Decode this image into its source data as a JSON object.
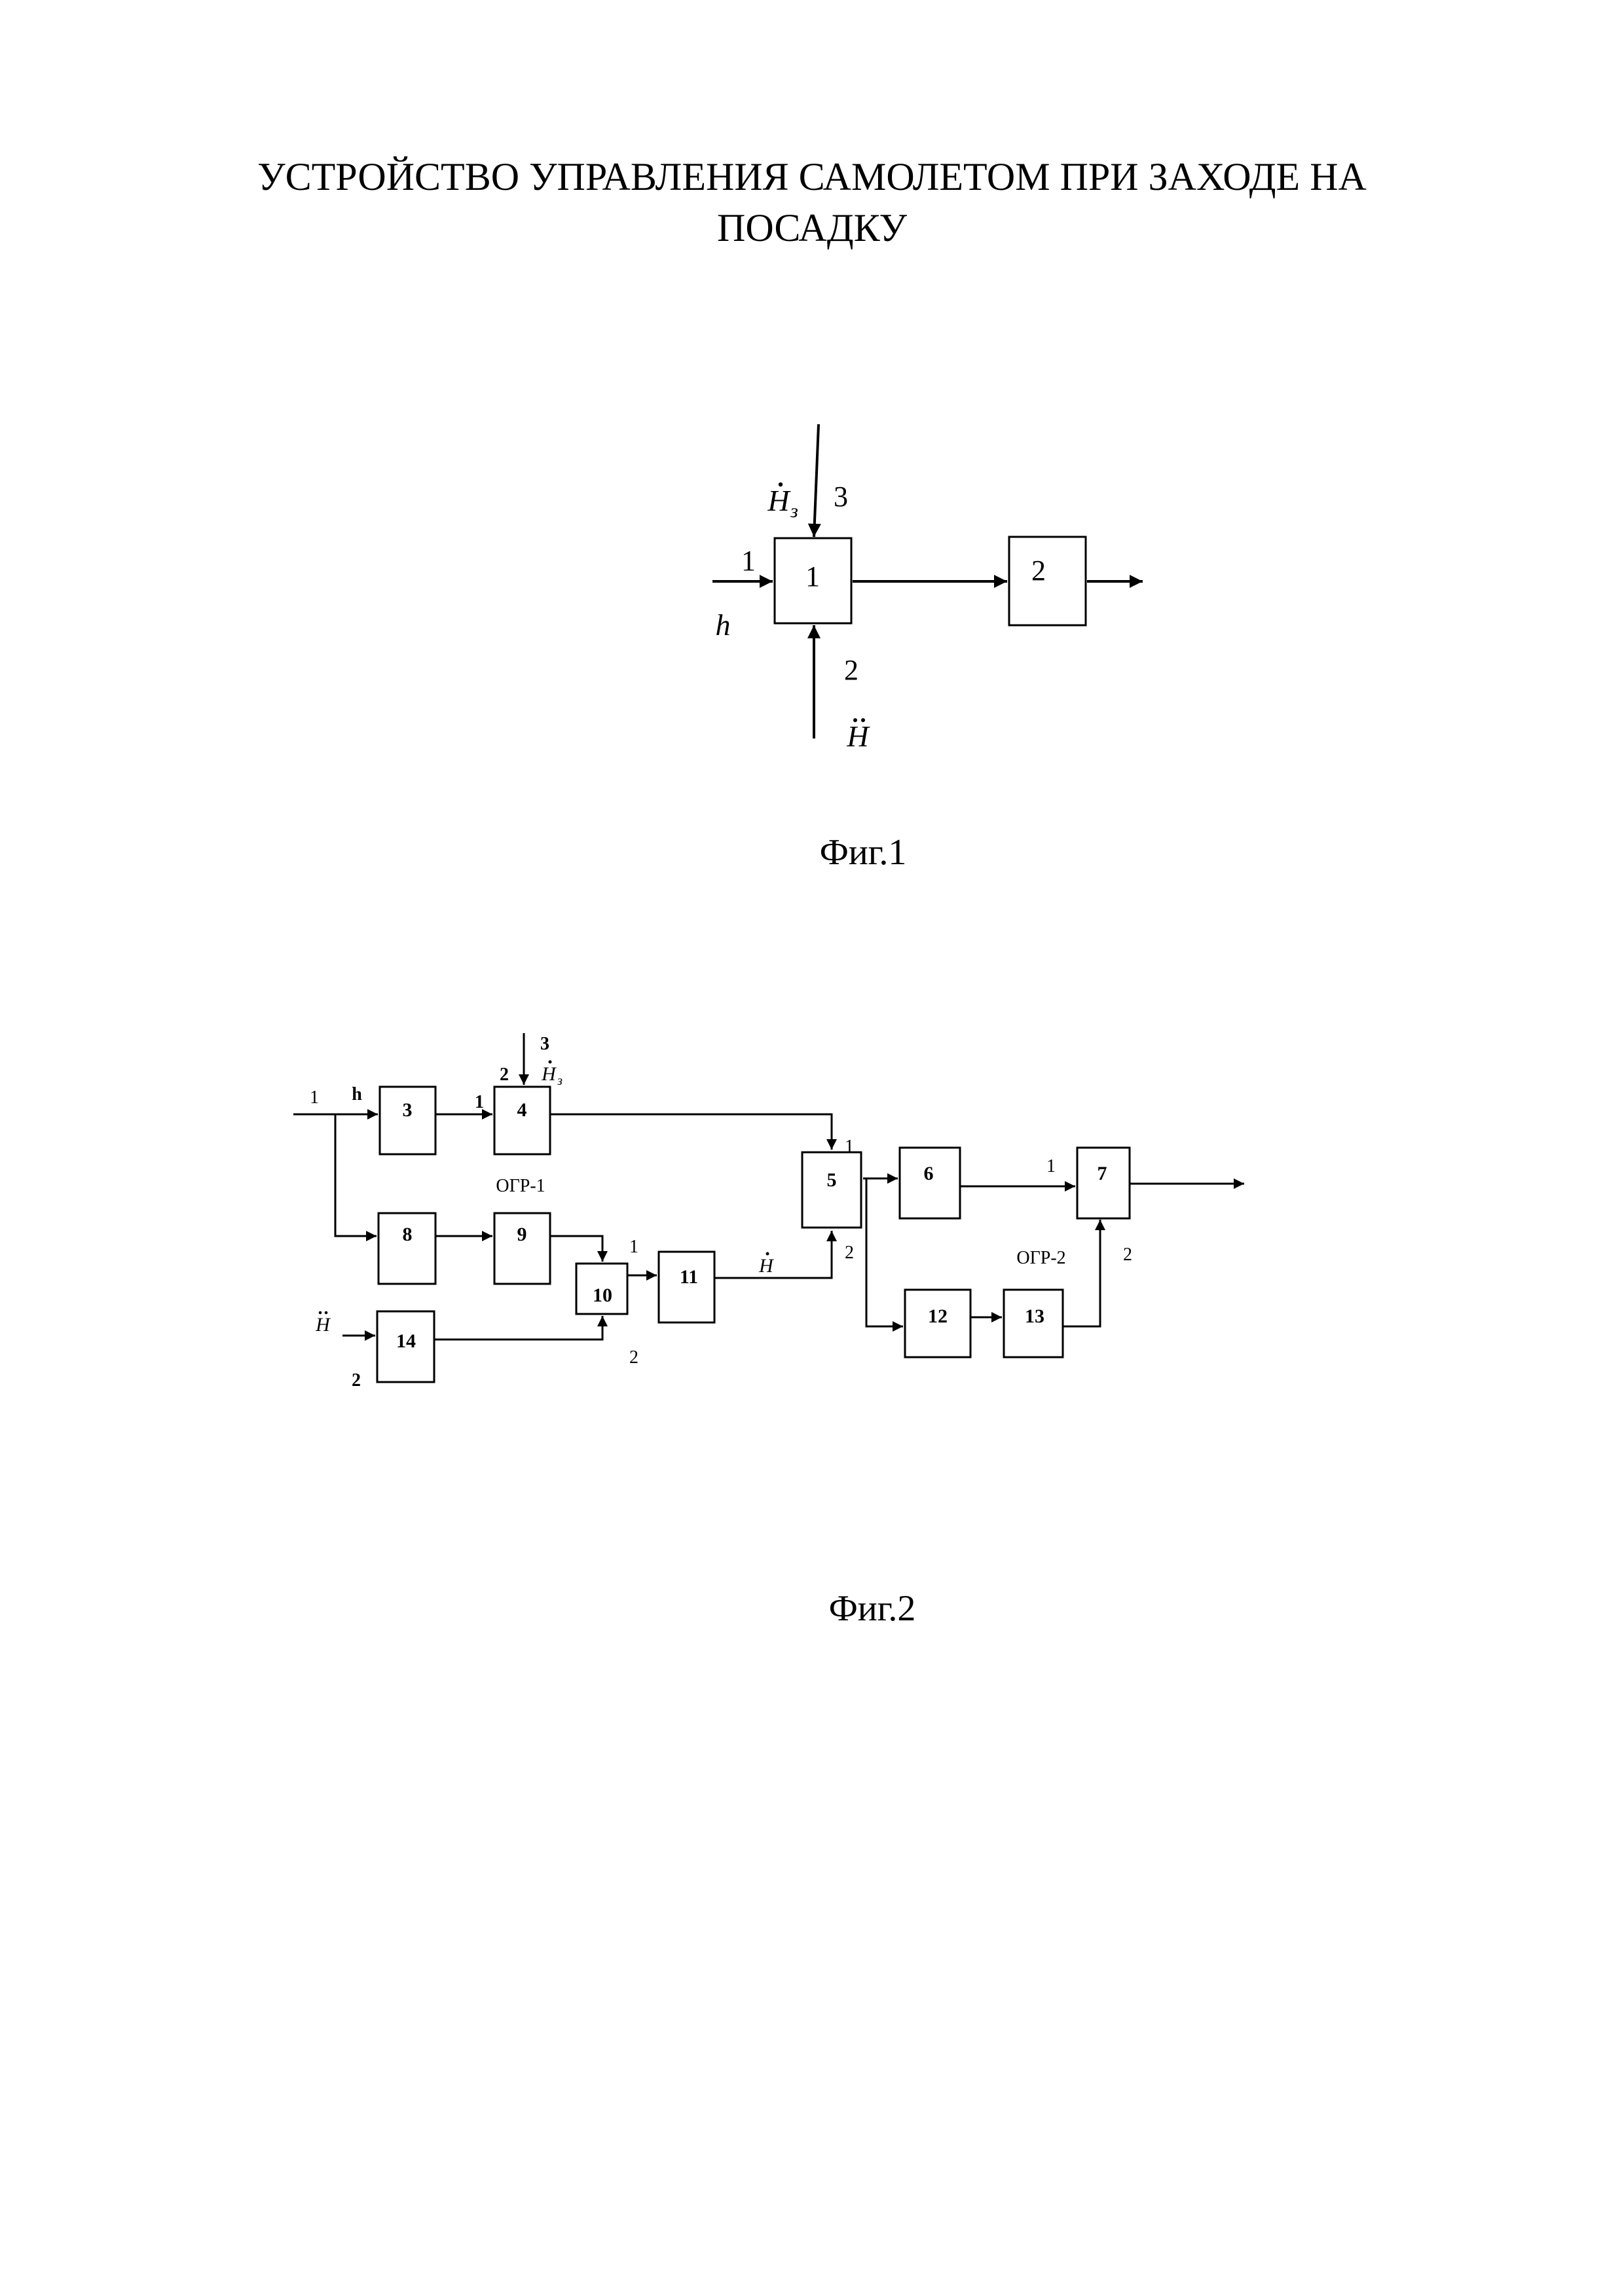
{
  "title": {
    "line1": "УСТРОЙСТВО УПРАВЛЕНИЯ САМОЛЕТОМ ПРИ ЗАХОДЕ НА",
    "line2": "ПОСАДКУ"
  },
  "fig1": {
    "caption": "Фиг.1",
    "blocks": [
      "1",
      "2"
    ],
    "signals": {
      "h": "h",
      "h_dot_z_base": "H",
      "h_dot_z_sub": "з",
      "h_ddot": "H"
    },
    "input_numbers": {
      "in1": "1",
      "in2": "2",
      "in3": "3"
    }
  },
  "fig2": {
    "caption": "Фиг.2",
    "blocks": [
      "3",
      "4",
      "5",
      "6",
      "7",
      "8",
      "9",
      "10",
      "11",
      "12",
      "13",
      "14"
    ],
    "labels": {
      "ogr1": "ОГР-1",
      "ogr2": "ОГР-2",
      "h": "h",
      "h_dot_base": "H",
      "h_dot_sub": "з",
      "h_dot_11": "H",
      "h_ddot_in": "H"
    },
    "port_numbers": {
      "input_1": "1",
      "input_2": "2",
      "b4_in1": "1",
      "b4_in2": "2",
      "b4_in3": "3",
      "b5_in1": "1",
      "b5_in2": "2",
      "b10_in1": "1",
      "b10_in2": "2",
      "b7_in1": "1",
      "b7_in2": "2"
    }
  }
}
